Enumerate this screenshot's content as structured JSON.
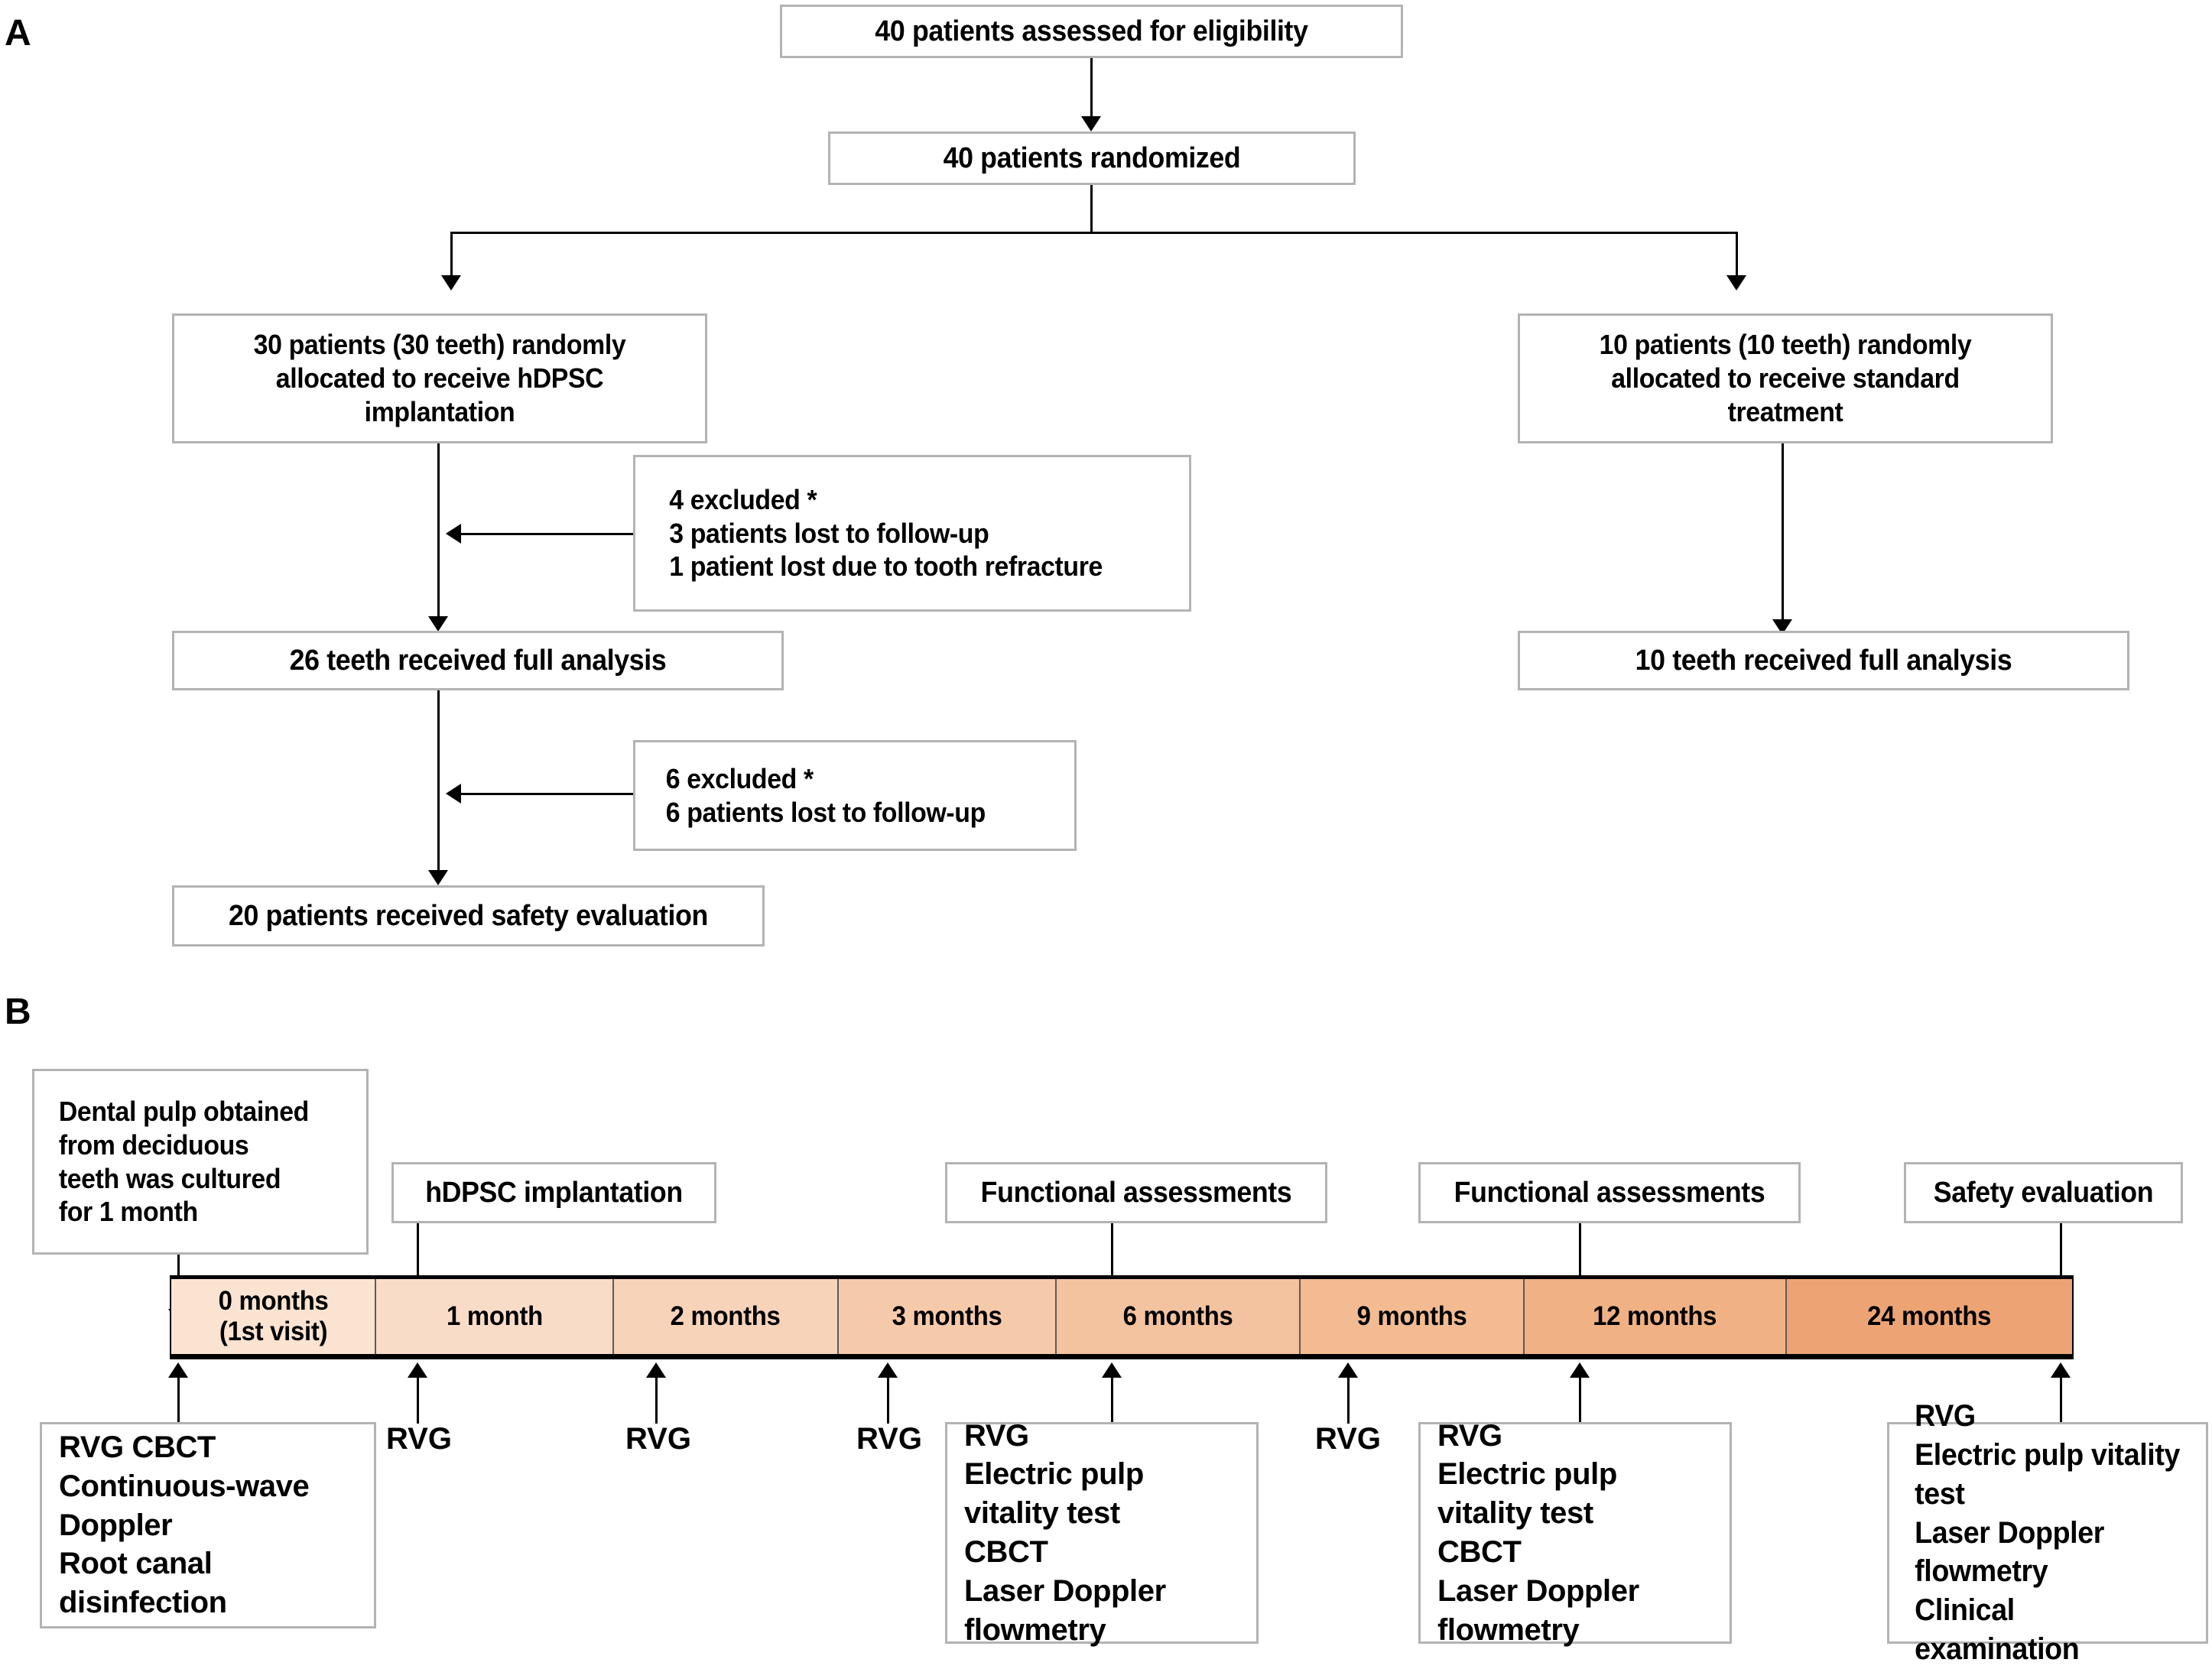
{
  "figure": {
    "panels": [
      {
        "id": "A",
        "label": "A"
      },
      {
        "id": "B",
        "label": "B"
      }
    ]
  },
  "panel_a": {
    "letter": "A",
    "boxes": {
      "assessed": "40 patients assessed for eligibility",
      "randomized": "40 patients randomized",
      "arm_treatment": "30 patients (30 teeth) randomly\nallocated to receive hDPSC\nimplantation",
      "arm_control": "10 patients (10 teeth) randomly\nallocated to receive standard\ntreatment",
      "excluded_1": "4 excluded *\n3 patients lost to follow-up\n1 patient lost due to tooth refracture",
      "analysis_treatment": "26 teeth received full analysis",
      "analysis_control": "10 teeth received full analysis",
      "excluded_2": "6 excluded *\n6 patients  lost to follow-up",
      "safety": "20 patients received  safety evaluation"
    }
  },
  "panel_b": {
    "letter": "B",
    "top_boxes": [
      {
        "name": "dental-pulp-culture",
        "text": "Dental pulp obtained\nfrom deciduous\nteeth was cultured\nfor 1 month"
      },
      {
        "name": "hdpsc-implantation",
        "text": "hDPSC implantation"
      },
      {
        "name": "functional-assessments-3m",
        "text": "Functional assessments"
      },
      {
        "name": "functional-assessments-9m",
        "text": "Functional assessments"
      },
      {
        "name": "safety-evaluation",
        "text": "Safety evaluation"
      }
    ],
    "timeline": {
      "segments": [
        {
          "label": "0 months\n(1st visit)",
          "color": "#fbe3d2"
        },
        {
          "label": "1 month",
          "color": "#f9dcc8"
        },
        {
          "label": "2 months",
          "color": "#f7d3ba"
        },
        {
          "label": "3 months",
          "color": "#f5caab"
        },
        {
          "label": "6 months",
          "color": "#f3c39f"
        },
        {
          "label": "9 months",
          "color": "#f2bb92"
        },
        {
          "label": "12 months",
          "color": "#f0b184"
        },
        {
          "label": "24 months",
          "color": "#eda474"
        }
      ]
    },
    "rvg_ticks": [
      "RVG",
      "RVG",
      "RVG",
      "RVG"
    ],
    "bottom_boxes": [
      {
        "name": "baseline-procedures",
        "text": "RVG  CBCT\nContinuous-wave\nDoppler\nRoot canal\ndisinfection"
      },
      {
        "name": "assessments-3-months",
        "text": "RVG\nElectric pulp\nvitality test\nCBCT\nLaser Doppler\nflowmetry"
      },
      {
        "name": "assessments-9-months",
        "text": "RVG\nElectric pulp\nvitality test\nCBCT\nLaser Doppler\nflowmetry"
      },
      {
        "name": "assessments-24-months",
        "text": "RVG\nElectric pulp vitality\ntest\nLaser Doppler\nflowmetry\nClinical examination"
      }
    ]
  },
  "colors": {
    "box_border": "#b3b3b3",
    "connector": "#000000",
    "timeline_start": "#fbe3d2",
    "timeline_end": "#eda474",
    "timeline_outline": "#000000"
  }
}
